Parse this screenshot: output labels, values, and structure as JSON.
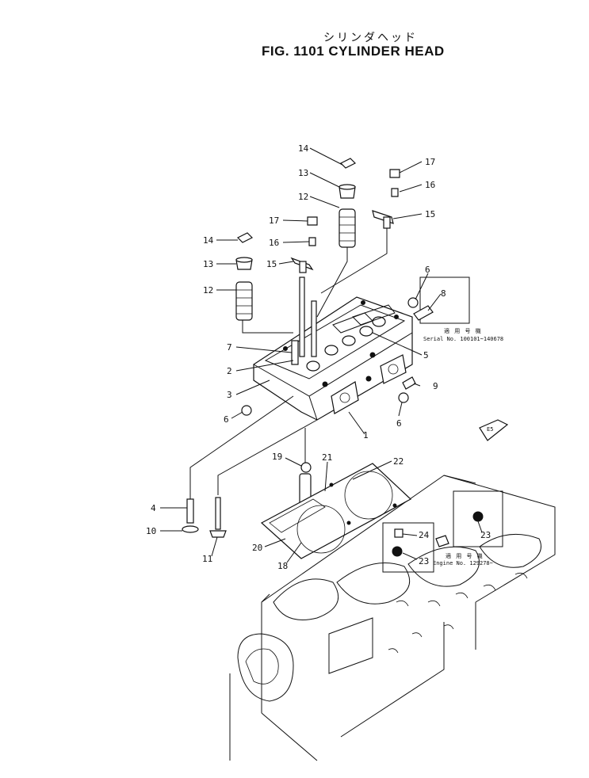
{
  "title": {
    "japanese": "シリンダヘッド",
    "english": "FIG. 1101  CYLINDER HEAD"
  },
  "callouts": [
    {
      "id": "14a",
      "text": "14"
    },
    {
      "id": "13a",
      "text": "13"
    },
    {
      "id": "12a",
      "text": "12"
    },
    {
      "id": "17a",
      "text": "17"
    },
    {
      "id": "16a",
      "text": "16"
    },
    {
      "id": "15a",
      "text": "15"
    },
    {
      "id": "14b",
      "text": "14"
    },
    {
      "id": "13b",
      "text": "13"
    },
    {
      "id": "12b",
      "text": "12"
    },
    {
      "id": "17b",
      "text": "17"
    },
    {
      "id": "16b",
      "text": "16"
    },
    {
      "id": "15b",
      "text": "15"
    },
    {
      "id": "7",
      "text": "7"
    },
    {
      "id": "2",
      "text": "2"
    },
    {
      "id": "3",
      "text": "3"
    },
    {
      "id": "6a",
      "text": "6"
    },
    {
      "id": "6b",
      "text": "6"
    },
    {
      "id": "6c",
      "text": "6"
    },
    {
      "id": "8",
      "text": "8"
    },
    {
      "id": "5",
      "text": "5"
    },
    {
      "id": "9",
      "text": "9"
    },
    {
      "id": "1",
      "text": "1"
    },
    {
      "id": "19",
      "text": "19"
    },
    {
      "id": "21",
      "text": "21"
    },
    {
      "id": "22",
      "text": "22"
    },
    {
      "id": "4",
      "text": "4"
    },
    {
      "id": "10",
      "text": "10"
    },
    {
      "id": "11",
      "text": "11"
    },
    {
      "id": "20",
      "text": "20"
    },
    {
      "id": "18",
      "text": "18"
    },
    {
      "id": "24",
      "text": "24"
    },
    {
      "id": "23a",
      "text": "23"
    },
    {
      "id": "23b",
      "text": "23"
    }
  ],
  "notes": {
    "serial_jp": "適 用 号 機",
    "serial": "Serial No. 100101~140678",
    "engine_jp": "適 用 号 機",
    "engine": "Engine  No. 129278~",
    "arrow_tag": "E5"
  }
}
